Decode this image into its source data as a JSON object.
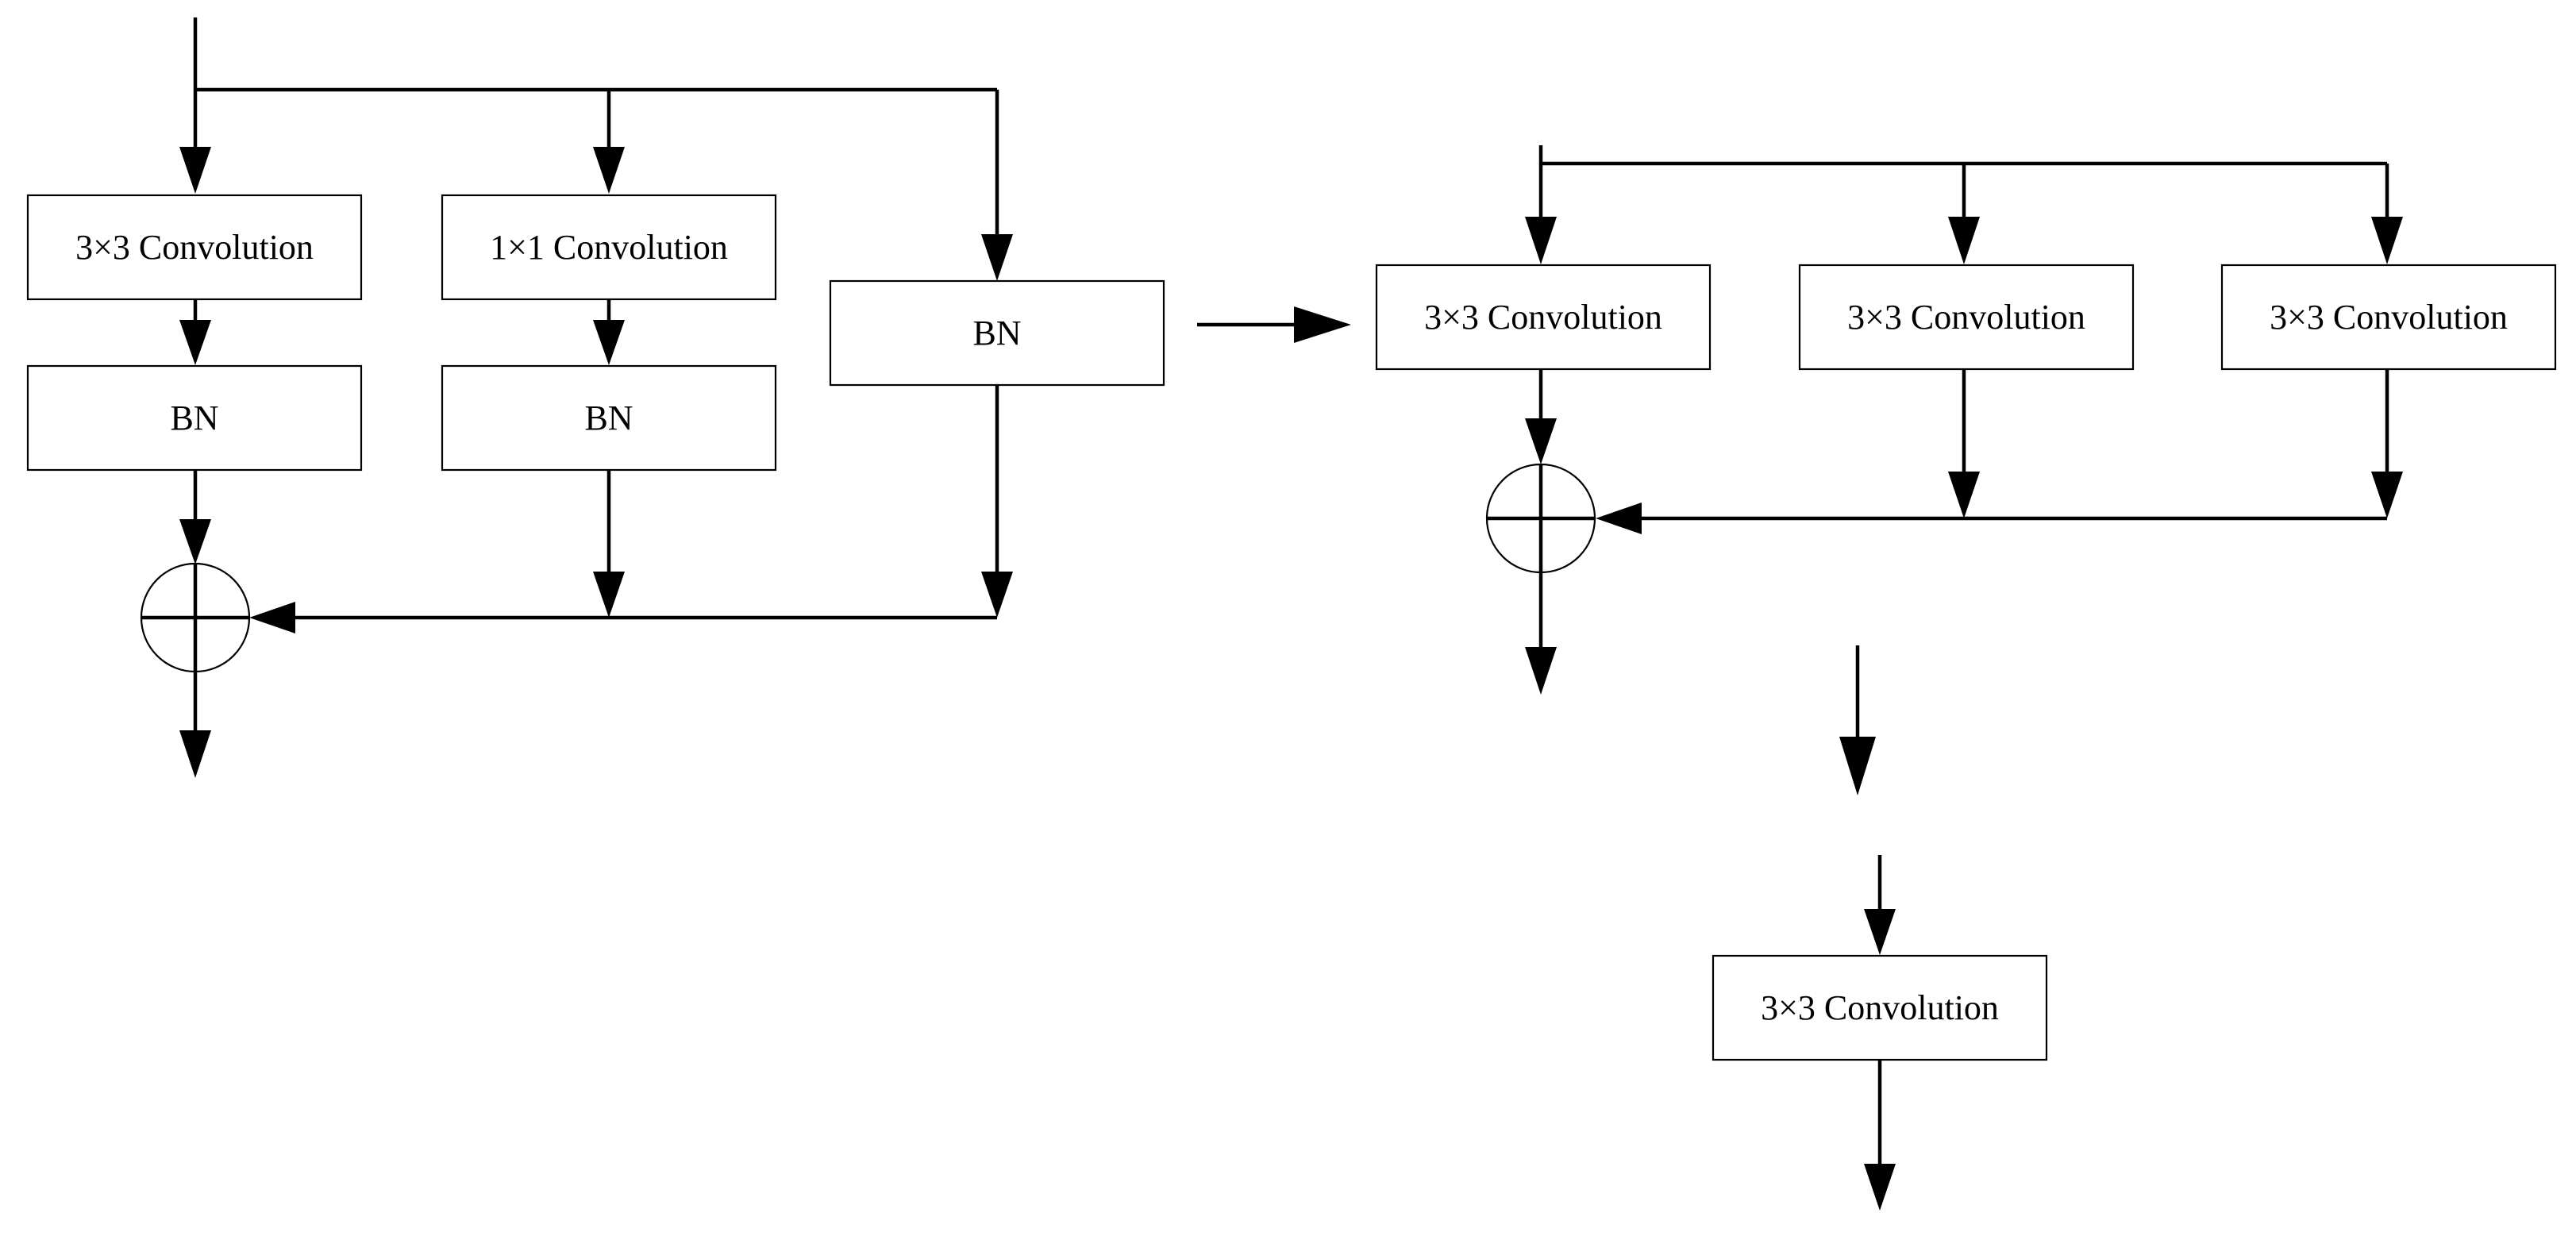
{
  "left_block": {
    "branch1": {
      "conv_label": "3×3 Convolution",
      "bn_label": "BN"
    },
    "branch2": {
      "conv_label": "1×1 Convolution",
      "bn_label": "BN"
    },
    "branch3": {
      "bn_label": "BN"
    }
  },
  "right_block": {
    "branch1": {
      "conv_label": "3×3 Convolution"
    },
    "branch2": {
      "conv_label": "3×3 Convolution"
    },
    "branch3": {
      "conv_label": "3×3 Convolution"
    }
  },
  "final_block": {
    "conv_label": "3×3 Convolution"
  }
}
